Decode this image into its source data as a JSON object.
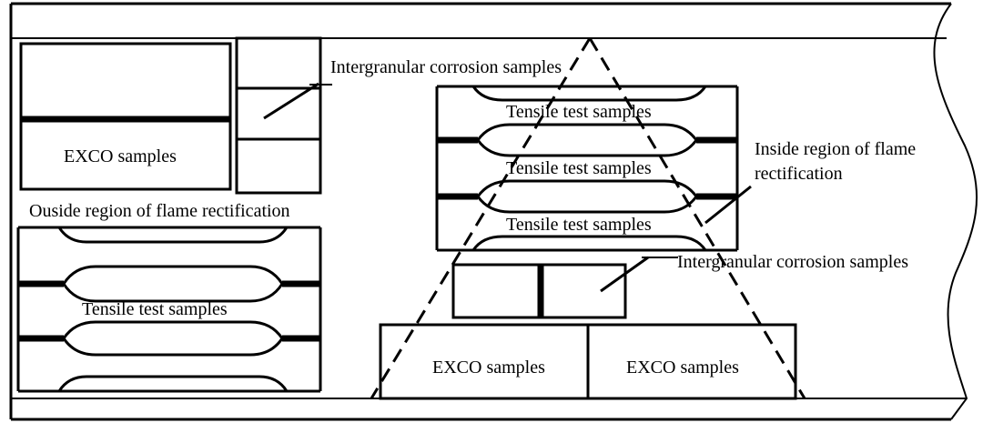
{
  "labels": {
    "intergranular_top": "Intergranular corrosion samples",
    "exco_left": "EXCO samples",
    "outside_region": "Ouside region of flame rectification",
    "tensile_left": "Tensile test samples",
    "tensile_1": "Tensile test samples",
    "tensile_2": "Tensile test samples",
    "tensile_3": "Tensile test samples",
    "inside_region_line1": "Inside region of flame",
    "inside_region_line2": "rectification",
    "intergranular_right": "Intergranular corrosion samples",
    "exco_bottom_left": "EXCO samples",
    "exco_bottom_right": "EXCO samples"
  }
}
